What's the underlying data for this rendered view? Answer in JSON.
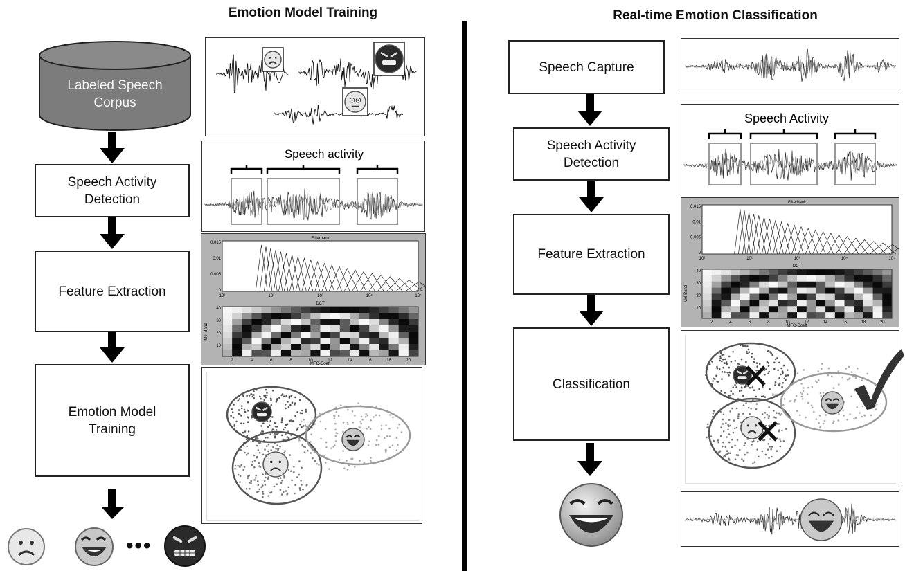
{
  "left": {
    "title": "Emotion Model Training",
    "corpus": {
      "line1": "Labeled Speech",
      "line2": "Corpus"
    },
    "steps": [
      {
        "line1": "Speech Activity",
        "line2": "Detection"
      },
      {
        "line1": "Feature Extraction",
        "line2": ""
      },
      {
        "line1": "Emotion Model",
        "line2": "Training"
      }
    ],
    "activity_label": "Speech activity",
    "ellipsis": "•••"
  },
  "right": {
    "title": "Real-time Emotion Classification",
    "steps": [
      {
        "line1": "Speech Capture",
        "line2": ""
      },
      {
        "line1": "Speech Activity",
        "line2": "Detection"
      },
      {
        "line1": "Feature Extraction",
        "line2": ""
      },
      {
        "line1": "Classification",
        "line2": ""
      }
    ],
    "activity_label": "Speech Activity"
  },
  "filterbank": {
    "title": "Filterbank",
    "yticks": [
      "0.015",
      "0.01",
      "0.005",
      "0"
    ],
    "xticks": [
      "10¹",
      "10²",
      "10³",
      "10⁴",
      "10⁵"
    ]
  },
  "dct": {
    "title": "DCT",
    "ylabel": "Mel Band",
    "xlabel": "MFC-Coeff",
    "yticks": [
      "40",
      "30",
      "20",
      "10"
    ],
    "xticks": [
      "2",
      "4",
      "6",
      "8",
      "10",
      "12",
      "14",
      "16",
      "18",
      "20"
    ]
  },
  "icons": [
    "sad-face",
    "happy-face",
    "angry-face",
    "neutral-face",
    "check-mark",
    "cross-mark"
  ],
  "colors": {
    "cylinder": "#7c7c7c",
    "feature_panel": "#b3b3b3"
  }
}
